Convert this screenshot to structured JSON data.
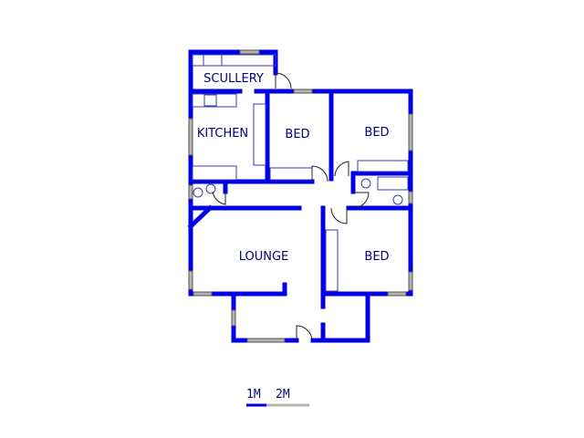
{
  "rooms": {
    "scullery": "SCULLERY",
    "kitchen": "KITCHEN",
    "bed1": "BED",
    "bed2": "BED",
    "lounge": "LOUNGE",
    "bed3": "BED"
  },
  "scale_bar": {
    "label_1": "1M",
    "label_2": "2M"
  },
  "colors": {
    "wall": "#0000e6",
    "label": "#000080",
    "window": "#b4b4b4"
  }
}
